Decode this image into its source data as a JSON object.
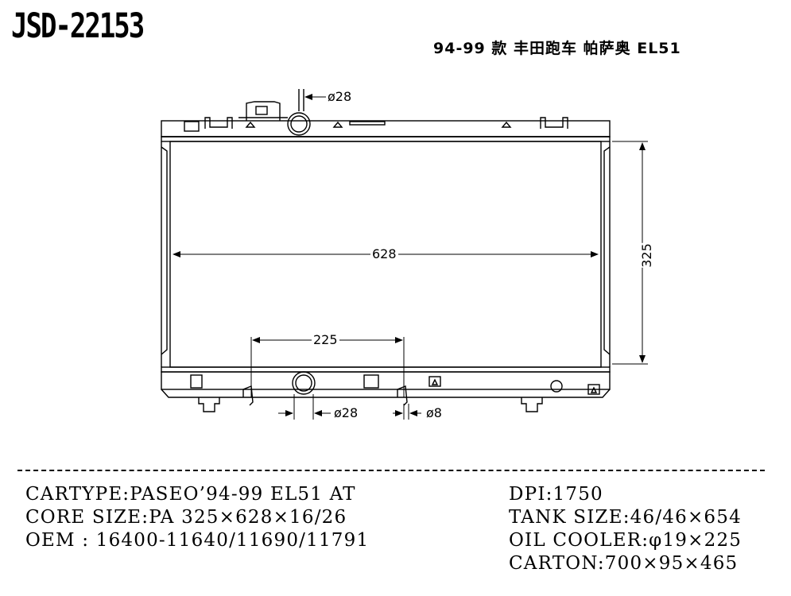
{
  "header": {
    "part_code": "JSD-22153",
    "model_line": "94-99 款 丰田跑车 帕萨奥 EL51"
  },
  "drawing": {
    "width_dim": "628",
    "height_dim": "325",
    "oil_cooler_dim": "225",
    "inlet_dim": "ø28",
    "outlet_dim": "ø28",
    "drain_dim": "ø8"
  },
  "specs_left": [
    "CARTYPE:PASEO’94-99 EL51 AT",
    "CORE SIZE:PA 325×628×16/26",
    "OEM : 16400-11640/11690/11791"
  ],
  "specs_right": [
    "DPI:1750",
    "TANK SIZE:46/46×654",
    "OIL COOLER:φ19×225",
    "CARTON:700×95×465"
  ]
}
